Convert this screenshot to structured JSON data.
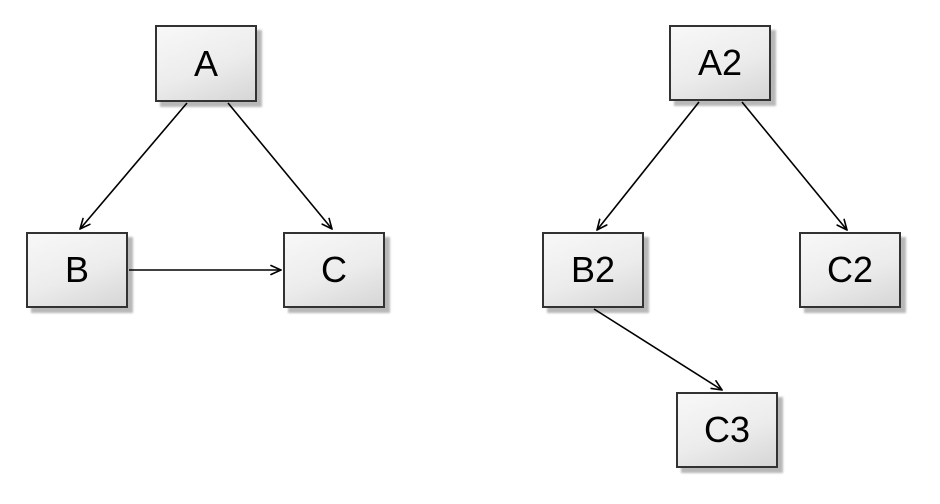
{
  "style": {
    "canvas_background": "#ffffff",
    "node_fill_light": "#f8f8f8",
    "node_fill_dark": "#d6d6d6",
    "node_border_color": "#323232",
    "node_shadow_color": "#b8b8b8",
    "edge_color": "#000000",
    "label_color": "#000000"
  },
  "graphs": [
    {
      "name": "left-graph",
      "nodes": [
        {
          "id": "A",
          "label": "A"
        },
        {
          "id": "B",
          "label": "B"
        },
        {
          "id": "C",
          "label": "C"
        }
      ],
      "edges": [
        {
          "from": "A",
          "to": "B"
        },
        {
          "from": "A",
          "to": "C"
        },
        {
          "from": "B",
          "to": "C"
        }
      ]
    },
    {
      "name": "right-graph",
      "nodes": [
        {
          "id": "A2",
          "label": "A2"
        },
        {
          "id": "B2",
          "label": "B2"
        },
        {
          "id": "C2",
          "label": "C2"
        },
        {
          "id": "C3",
          "label": "C3"
        }
      ],
      "edges": [
        {
          "from": "A2",
          "to": "B2"
        },
        {
          "from": "A2",
          "to": "C2"
        },
        {
          "from": "B2",
          "to": "C3"
        }
      ]
    }
  ]
}
